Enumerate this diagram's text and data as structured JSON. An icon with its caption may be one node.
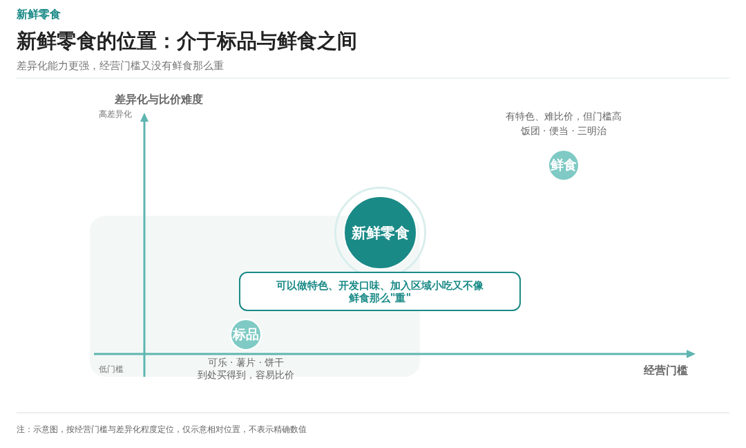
{
  "diagram": {
    "title": "新鲜零食的位置：介于标品与鲜食之间",
    "nodes": [
      {
        "text": [
          "鲜食"
        ],
        "beside": [
          "有特色、难比价，但门槛高",
          "饭团 · 便当 · 三明治"
        ]
      },
      {
        "text": [
          "新鲜零食"
        ]
      },
      {
        "text": [
          "可以做特色、开发口味、加入区域小吃又不像鲜食那么\"重\""
        ]
      },
      {
        "text": [
          "标品"
        ],
        "beside": [
          "可乐 · 薯片 · 饼干",
          "到处买得到，容易比价"
        ]
      }
    ],
    "edges": [],
    "labels": [
      "新鲜零食",
      "差异化能力更强，经营门槛又没有鲜食那么重",
      "差异化与比价难度",
      "高差异化",
      "低门槛",
      "经营门槛",
      "注：示意图，按经营门槛与差异化程度定位，仅示意相对位置，不表示精确数值"
    ]
  }
}
